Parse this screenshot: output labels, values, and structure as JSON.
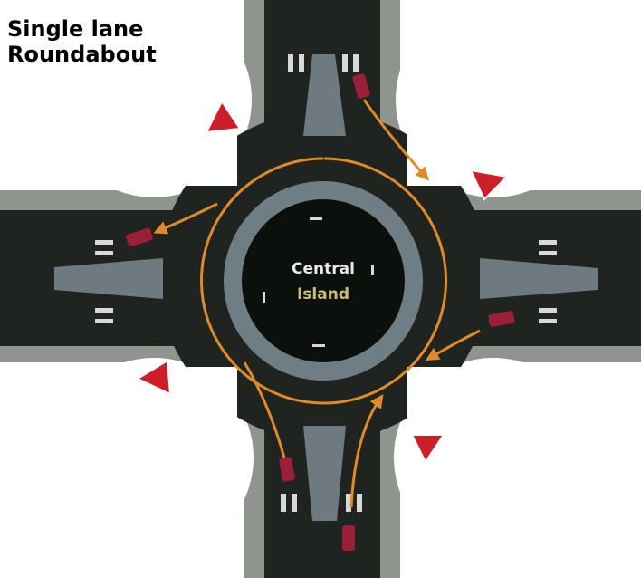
{
  "title": {
    "line1": "Single lane",
    "line2": "Roundabout"
  },
  "central_island": {
    "line1": "Central",
    "line2": "Island"
  },
  "colors": {
    "background": "#ffffff",
    "curb": "#8f948f",
    "road": "#202421",
    "center_island": "#0c100d",
    "apron": "#6f7d84",
    "splitter_island": "#6f7a80",
    "circulation_path": "#e08a2a",
    "yield_sign": "#cc1f2a",
    "vehicle": "#9a2038",
    "marking": "#d8d8d8",
    "label_central": "#e8e8e8",
    "label_island": "#c8c070"
  },
  "icons": [
    "yield-sign-icon",
    "car-icon",
    "traffic-arrow-icon"
  ]
}
